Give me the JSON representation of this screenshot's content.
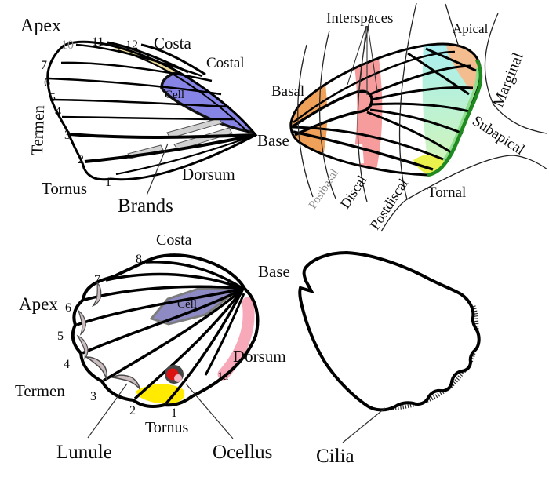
{
  "colors": {
    "ink": "#0b0b0b",
    "muted_gray": "#8a8a8a",
    "costal_band": "#EBD998",
    "cell_forewing": "#8684E4",
    "brand_gray": "#D2D2D2",
    "basal_orange": "#F0A159",
    "discal_pink": "#F79C9C",
    "subapical_cyan": "#A9EEF2",
    "subapical_mid": "#BFF2CF",
    "subapical_low": "#D9F5B5",
    "marginal_green": "#8FDC8C",
    "marginal_edge_green": "#1F8A1F",
    "apical_peach": "#F3BD8F",
    "tornal_yellow_fw": "#EAF04C",
    "cell_hindwing": "#8D8AC4",
    "dorsum_pink": "#F8A9B9",
    "tornal_yellow_hw": "#FFEA00",
    "lunule_gray": "#CBBDC0",
    "ocellus_ring": "#474747",
    "ocellus_red": "#DC1111",
    "ocellus_pink": "#F3B6C2"
  },
  "fw1": {
    "apex": "Apex",
    "costa": "Costa",
    "costal": "Costal",
    "cell": "Cell",
    "base": "Base",
    "dorsum": "Dorsum",
    "brands": "Brands",
    "tornus": "Tornus",
    "termen": "Termen",
    "veins_top": [
      "10",
      "11",
      "12"
    ],
    "veins_side": [
      "7",
      "6",
      "5",
      "4",
      "3",
      "2",
      "1"
    ]
  },
  "fw2": {
    "interspaces": "Interspaces",
    "apical": "Apical",
    "marginal": "Marginal",
    "basal": "Basal",
    "subapical": "Subapical",
    "tornal": "Tornal",
    "postbasal": "Postbasal",
    "discal": "Discal",
    "postdiscal": "Postdiscal"
  },
  "hw": {
    "costa": "Costa",
    "base": "Base",
    "cell": "Cell",
    "apex": "Apex",
    "dorsum": "Dorsum",
    "termen": "Termen",
    "tornus": "Tornus",
    "lunule": "Lunule",
    "ocellus": "Ocellus",
    "veins": [
      "8",
      "7",
      "6",
      "5",
      "4",
      "3",
      "2",
      "1",
      "1a"
    ]
  },
  "cw": {
    "cilia": "Cilia"
  }
}
